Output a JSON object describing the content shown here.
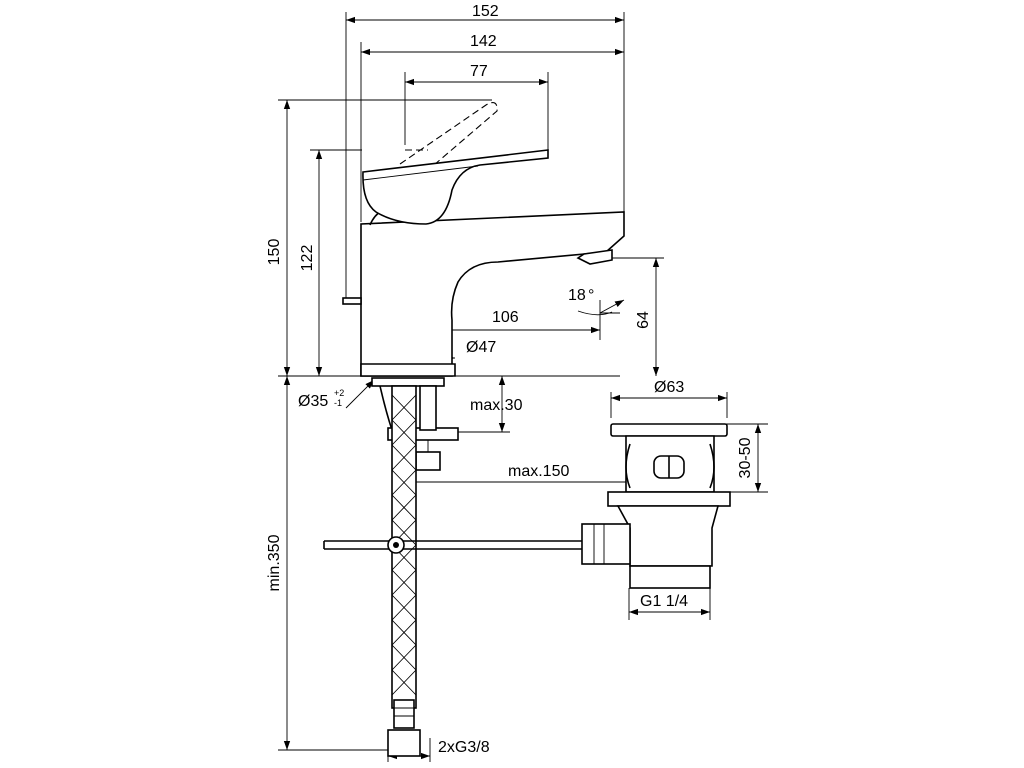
{
  "drawing": {
    "dimensions": {
      "overall_width": "152",
      "body_width": "142",
      "lever_reach": "77",
      "total_height": "150",
      "body_height": "122",
      "spout_reach": "106",
      "spout_angle": "18",
      "degree_symbol": "°",
      "spout_height": "64",
      "base_diameter": "Ø47",
      "hole_diameter": "Ø35",
      "hole_tolerance_plus": "+2",
      "hole_tolerance_minus": "-1",
      "max_deck_thickness": "max.30",
      "max_pop_up_distance": "max.150",
      "waste_diameter": "Ø63",
      "waste_adjust": "30-50",
      "waste_thread": "G1 1/4",
      "min_hose_length": "min.350",
      "hose_connections": "2xG3/8"
    }
  }
}
